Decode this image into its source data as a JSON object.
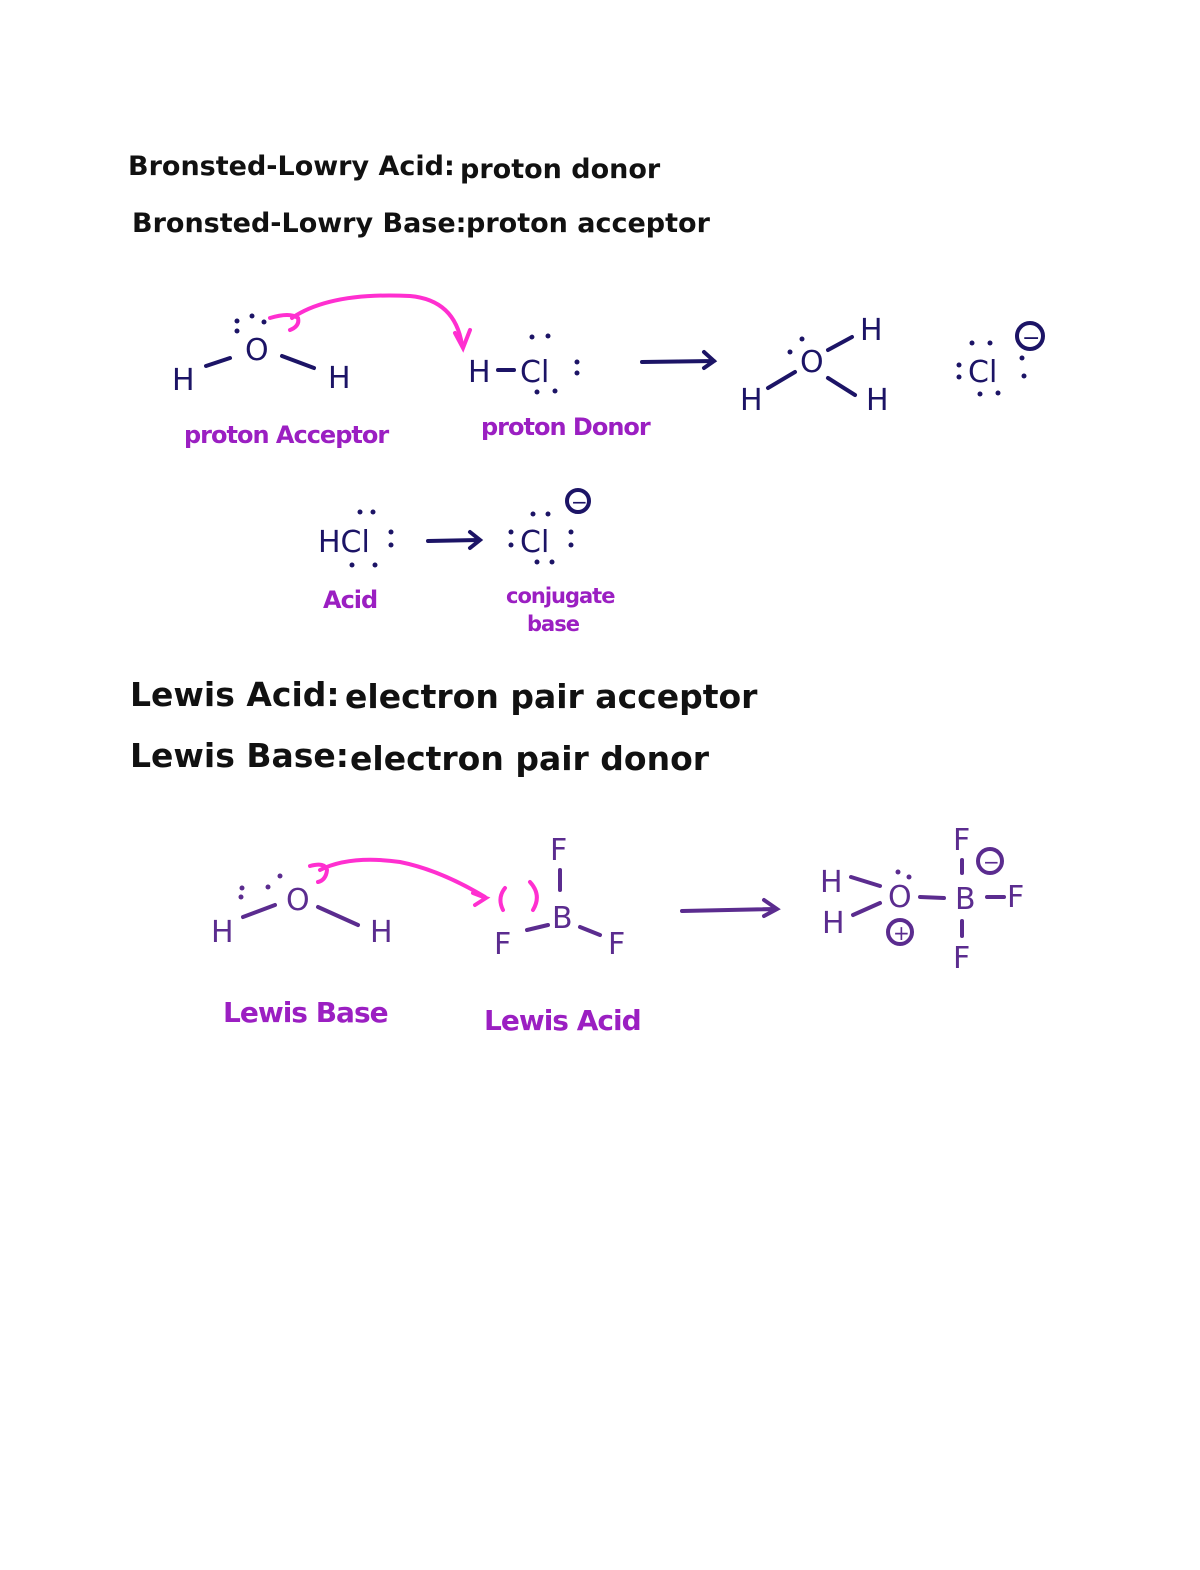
{
  "definitions": {
    "bl_acid": {
      "term": "Bronsted-Lowry Acid:",
      "definition": "proton donor"
    },
    "bl_base": {
      "term": "Bronsted-Lowry Base:",
      "definition": "proton acceptor"
    },
    "lewis_acid": {
      "term": "Lewis Acid:",
      "definition": "electron pair acceptor"
    },
    "lewis_base": {
      "term": "Lewis Base:",
      "definition": "electron pair donor"
    }
  },
  "reaction1": {
    "water": {
      "h": "H",
      "o": "O"
    },
    "hcl": {
      "h": "H",
      "cl": "Cl"
    },
    "hydronium": {
      "h": "H",
      "o": "O"
    },
    "chloride": {
      "cl": "Cl",
      "charge": "−"
    },
    "labels": {
      "acceptor": "proton Acceptor",
      "donor": "proton Donor"
    }
  },
  "reaction2": {
    "acid": "HCl",
    "base": "Cl",
    "charge": "−",
    "labels": {
      "acid": "Acid",
      "conjugate": "conjugate",
      "base": "base"
    }
  },
  "reaction3": {
    "water": {
      "h": "H",
      "o": "O"
    },
    "bf3": {
      "b": "B",
      "f": "F"
    },
    "product": {
      "h": "H",
      "o": "O",
      "b": "B",
      "f": "F",
      "plus": "+",
      "minus": "−"
    },
    "labels": {
      "base": "Lewis Base",
      "acid": "Lewis Acid"
    }
  },
  "colors": {
    "ink": "#111111",
    "navy": "#1c1466",
    "purple": "#5b2c8f",
    "label": "#9b1fc2",
    "arrow": "#ff2fd0"
  }
}
